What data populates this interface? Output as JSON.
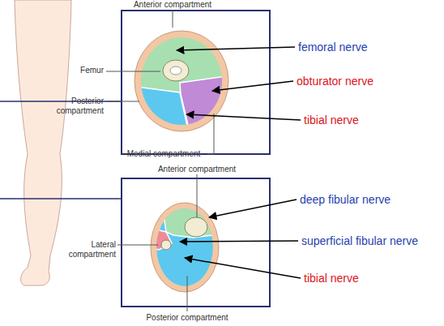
{
  "diagram": {
    "labels": [
      "Anterior compartment",
      "Femur",
      "Posterior compartment",
      "Medial compartment",
      "femoral nerve",
      "obturator nerve",
      "tibial nerve",
      "Anterior compartment",
      "Lateral compartment",
      "Posterior compartment",
      "deep fibular nerve",
      "superficial fibular nerve",
      "tibial nerve"
    ]
  }
}
